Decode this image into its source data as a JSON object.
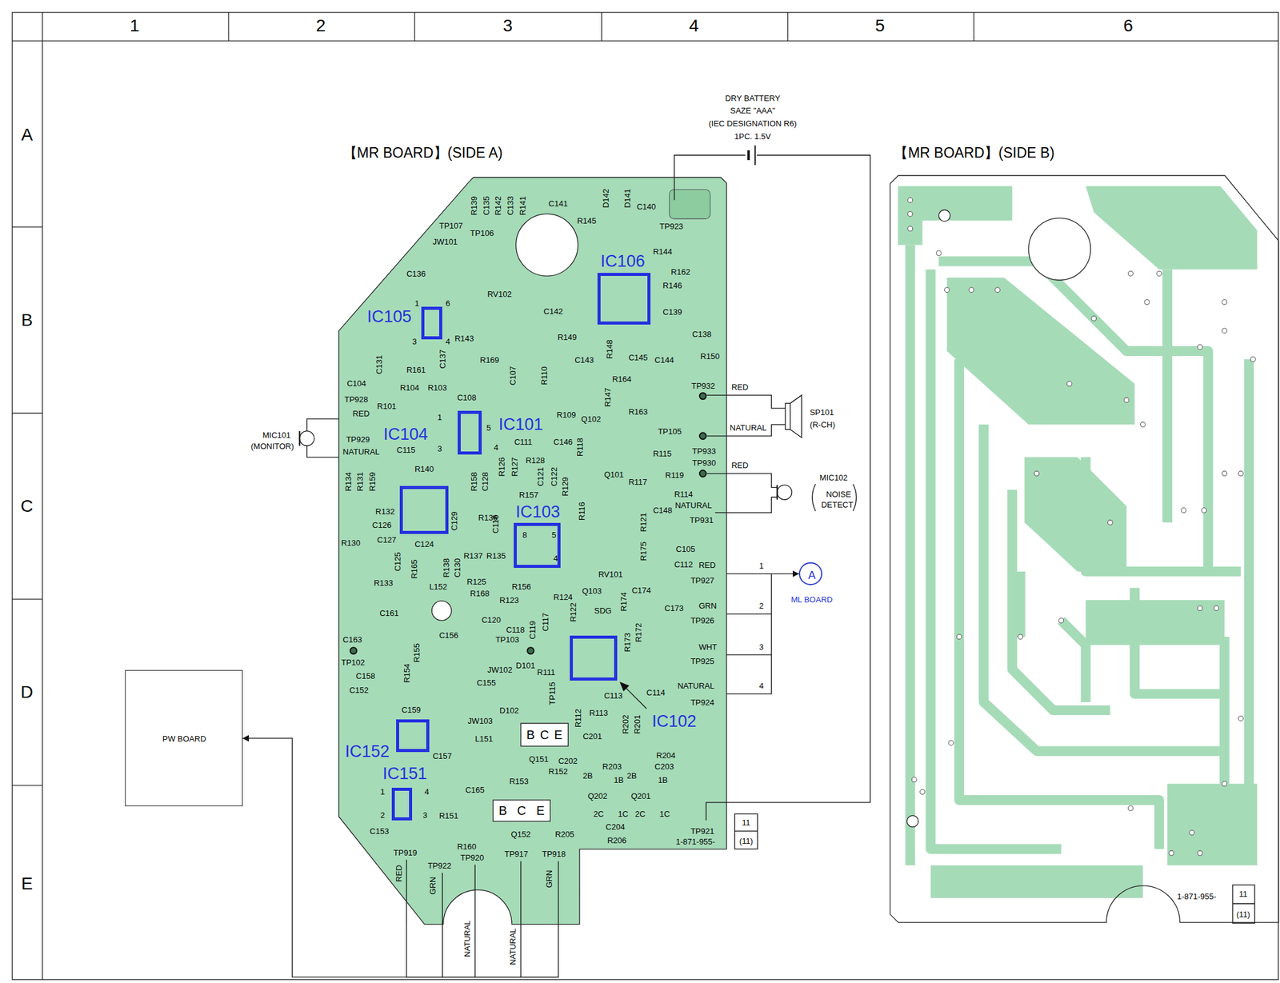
{
  "diagram": {
    "nodes": [
      {
        "text": [
          "【MR BOARD】(SIDE A)"
        ]
      },
      {
        "text": [
          "IC106"
        ],
        "in": 0
      },
      {
        "text": [
          "IC105"
        ],
        "in": 0
      },
      {
        "text": [
          "IC101"
        ],
        "in": 0
      },
      {
        "text": [
          "IC104"
        ],
        "in": 0
      },
      {
        "text": [
          "IC103"
        ],
        "in": 0
      },
      {
        "text": [
          "IC102"
        ],
        "in": 0
      },
      {
        "text": [
          "IC152"
        ],
        "in": 0
      },
      {
        "text": [
          "IC151"
        ],
        "in": 0
      },
      {
        "text": [
          "【MR BOARD】(SIDE B)"
        ]
      },
      {
        "text": [
          "PW BOARD"
        ]
      },
      {
        "text": [
          "A",
          "ML BOARD"
        ]
      }
    ],
    "edges": [
      {
        "from": 0,
        "to": 10,
        "arrow": "to"
      },
      {
        "from": 0,
        "to": 11,
        "arrow": "to"
      }
    ],
    "labels": [
      "1",
      "2",
      "3",
      "4",
      "5",
      "6",
      "A",
      "B",
      "C",
      "D",
      "E",
      "DRY BATTERY",
      "SAZE \"AAA\"",
      "(IEC DESIGNATION R6)",
      "1PC. 1.5V",
      "R139",
      "C135",
      "R142",
      "C133",
      "R141",
      "C141",
      "D142",
      "D141",
      "R145",
      "C140",
      "TP923",
      "TP107",
      "TP106",
      "JW101",
      "C136",
      "R144",
      "R162",
      "R146",
      "C139",
      "C138",
      "C142",
      "R149",
      "RV102",
      "1",
      "6",
      "3",
      "4",
      "R143",
      "R169",
      "C131",
      "R161",
      "C137",
      "C107",
      "R110",
      "C143",
      "R148",
      "C145",
      "C144",
      "R150",
      "R164",
      "TP932",
      "RED",
      "C104",
      "R104",
      "R103",
      "TP928",
      "R101",
      "C108",
      "R147",
      "R163",
      "R109",
      "Q102",
      "RED",
      "SP101",
      "(R-CH)",
      "NATURAL",
      "1",
      "5",
      "3",
      "4",
      "MIC101",
      "(MONITOR)",
      "TP929",
      "NATURAL",
      "C115",
      "C111",
      "C146",
      "R118",
      "TP105",
      "TP933",
      "TP930",
      "R115",
      "R140",
      "R126",
      "R127",
      "R128",
      "C121",
      "C122",
      "Q101",
      "R117",
      "R119",
      "RED",
      "MIC102",
      "NOISE",
      "DETECT",
      "R134",
      "R131",
      "R159",
      "R158",
      "C128",
      "R157",
      "R129",
      "R116",
      "R114",
      "C148",
      "R121",
      "NATURAL",
      "TP931",
      "R132",
      "C126",
      "C129",
      "R136",
      "C116",
      "8",
      "5",
      "4",
      "R130",
      "C127",
      "C124",
      "R137",
      "R135",
      "C105",
      "RV101",
      "R175",
      "C112",
      "RED",
      "1",
      "TP927",
      "C125",
      "R165",
      "R138",
      "C130",
      "R125",
      "R133",
      "L152",
      "R168",
      "R156",
      "R124",
      "Q103",
      "R174",
      "C174",
      "R123",
      "GRN",
      "2",
      "C173",
      "C161",
      "C120",
      "R122",
      "SDG",
      "TP926",
      "C118",
      "C119",
      "C117",
      "C156",
      "C163",
      "TP103",
      "R173",
      "R172",
      "WHT",
      "3",
      "TP925",
      "TP102",
      "R155",
      "JW102",
      "D101",
      "R111",
      "C158",
      "R154",
      "C155",
      "C114",
      "NATURAL",
      "4",
      "TP924",
      "C152",
      "TP115",
      "C113",
      "D102",
      "R112",
      "R113",
      "R202",
      "R201",
      "C159",
      "JW103",
      "C201",
      "R204",
      "C157",
      "L151",
      "B",
      "C",
      "E",
      "Q151",
      "C202",
      "R203",
      "C203",
      "R152",
      "R153",
      "2B",
      "1B",
      "2B",
      "1B",
      "B",
      "C",
      "E",
      "Q202",
      "Q201",
      "1",
      "4",
      "C165",
      "2C",
      "1C",
      "2C",
      "1C",
      "2",
      "3",
      "R151",
      "TP921",
      "R205",
      "C204",
      "R206",
      "C153",
      "Q152",
      "1-871-955-",
      "11",
      "(11)",
      "R160",
      "TP919",
      "TP922",
      "TP920",
      "TP917",
      "TP918",
      "RED",
      "GRN",
      "GRN",
      "NATURAL",
      "NATURAL",
      "1-871-955-",
      "11",
      "(11)"
    ]
  }
}
